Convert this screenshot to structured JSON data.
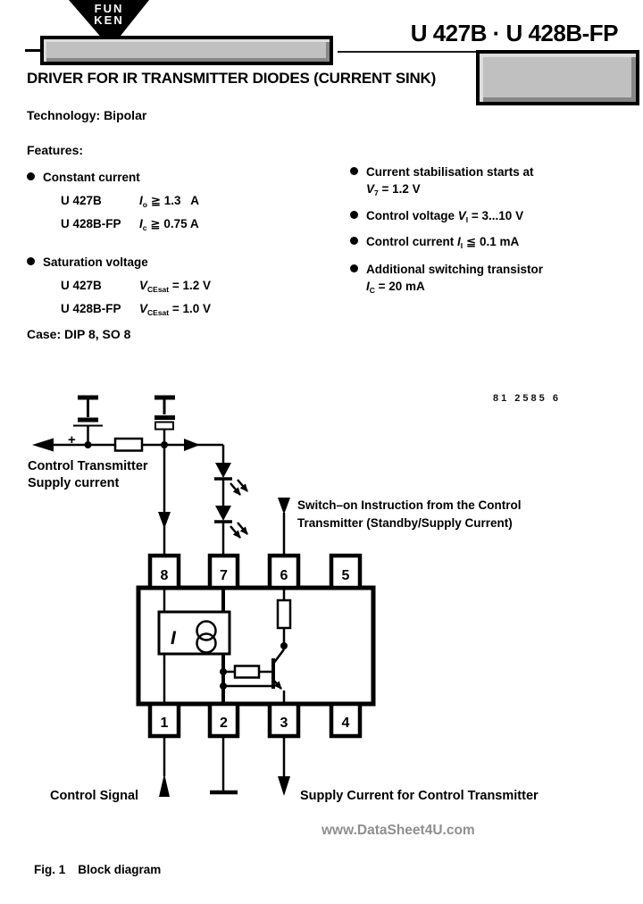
{
  "logo": {
    "line1": "FUN",
    "line2": "KEN"
  },
  "header": {
    "part_number": "U 427B · U 428B-FP",
    "title": "DRIVER FOR IR TRANSMITTER DIODES (CURRENT SINK)",
    "technology": "Technology: Bipolar"
  },
  "features": {
    "heading": "Features:",
    "left": [
      {
        "label": "Constant current",
        "rows": [
          {
            "device": "U 427B",
            "sym": "I",
            "sub": "o",
            "spec": " ≧ 1.3   A"
          },
          {
            "device": "U 428B-FP",
            "sym": "I",
            "sub": "c",
            "spec": " ≧ 0.75 A"
          }
        ]
      },
      {
        "label": "Saturation voltage",
        "rows": [
          {
            "device": "U 427B",
            "sym": "V",
            "sub": "CEsat",
            "spec": " = 1.2 V"
          },
          {
            "device": "U 428B-FP",
            "sym": "V",
            "sub": "CEsat",
            "spec": " = 1.0 V"
          }
        ]
      }
    ],
    "right": [
      {
        "pre": "Current stabilisation starts at",
        "sym": "V",
        "sub": "7",
        "post": " = 1.2 V"
      },
      {
        "pre": "Control voltage ",
        "sym": "V",
        "sub": "I",
        "post": " = 3...10 V"
      },
      {
        "pre": "Control current ",
        "sym": "I",
        "sub": "I",
        "post": " ≦ 0.1 mA"
      },
      {
        "pre": "Additional switching transistor",
        "sym": "I",
        "sub": "C",
        "post": " = 20 mA"
      }
    ]
  },
  "case_label": "Case: DIP 8, SO 8",
  "diagram": {
    "drawing_number": "81 2585 6",
    "pins_top": [
      "8",
      "7",
      "6",
      "5"
    ],
    "pins_bottom": [
      "1",
      "2",
      "3",
      "4"
    ],
    "labels": {
      "plus": "+",
      "current_source": "I",
      "supply_line1": "Control Transmitter",
      "supply_line2": "Supply current",
      "switch_on_line1": "Switch–on Instruction from the Control",
      "switch_on_line2": "Transmitter (Standby/Supply Current)",
      "control_signal": "Control Signal",
      "supply_current": "Supply Current for Control Transmitter"
    }
  },
  "footer": {
    "watermark": "www.DataSheet4U.com",
    "fig_label": "Fig. 1",
    "fig_caption": "Block diagram"
  },
  "colors": {
    "panel_fill": "#c0c0c0",
    "panel_highlight": "#dddddd",
    "panel_shadow": "#878787",
    "watermark": "#8f8f8f"
  }
}
